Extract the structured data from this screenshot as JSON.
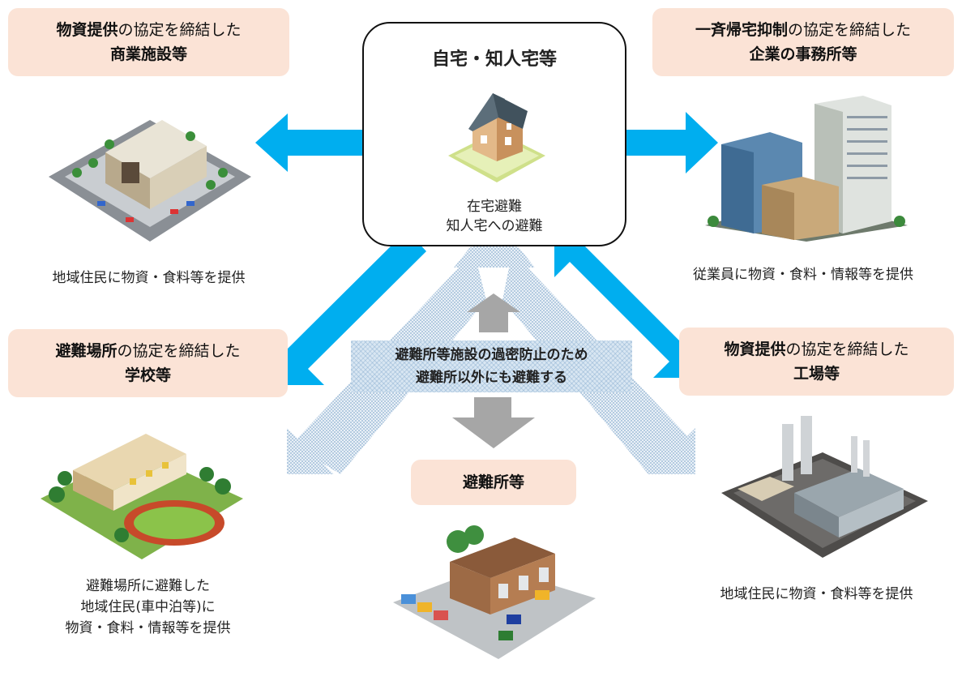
{
  "home": {
    "title": "自宅・知人宅等",
    "line1": "在宅避難",
    "line2": "知人宅への避難"
  },
  "top_left": {
    "bold": "物資提供",
    "rest": "の協定を締結した",
    "line2": "商業施設等",
    "caption": "地域住民に物資・食料等を提供"
  },
  "top_right": {
    "bold": "一斉帰宅抑制",
    "rest": "の協定を締結した",
    "line2": "企業の事務所等",
    "caption": "従業員に物資・食料・情報等を提供"
  },
  "mid_left": {
    "bold": "避難場所",
    "rest": "の協定を締結した",
    "line2": "学校等",
    "caption1": "避難場所に避難した",
    "caption2": "地域住民(車中泊等)に",
    "caption3": "物資・食料・情報等を提供"
  },
  "mid_right": {
    "bold": "物資提供",
    "rest": "の協定を締結した",
    "line2": "工場等",
    "caption": "地域住民に物資・食料等を提供"
  },
  "shelter": {
    "label": "避難所等"
  },
  "note": {
    "line1": "避難所等施設の過密防止のため",
    "line2": "避難所以外にも避難する"
  },
  "colors": {
    "arrow_blue": "#00aeef",
    "arrow_gray": "#a6a6a6",
    "label_bg": "#fbe3d6"
  }
}
